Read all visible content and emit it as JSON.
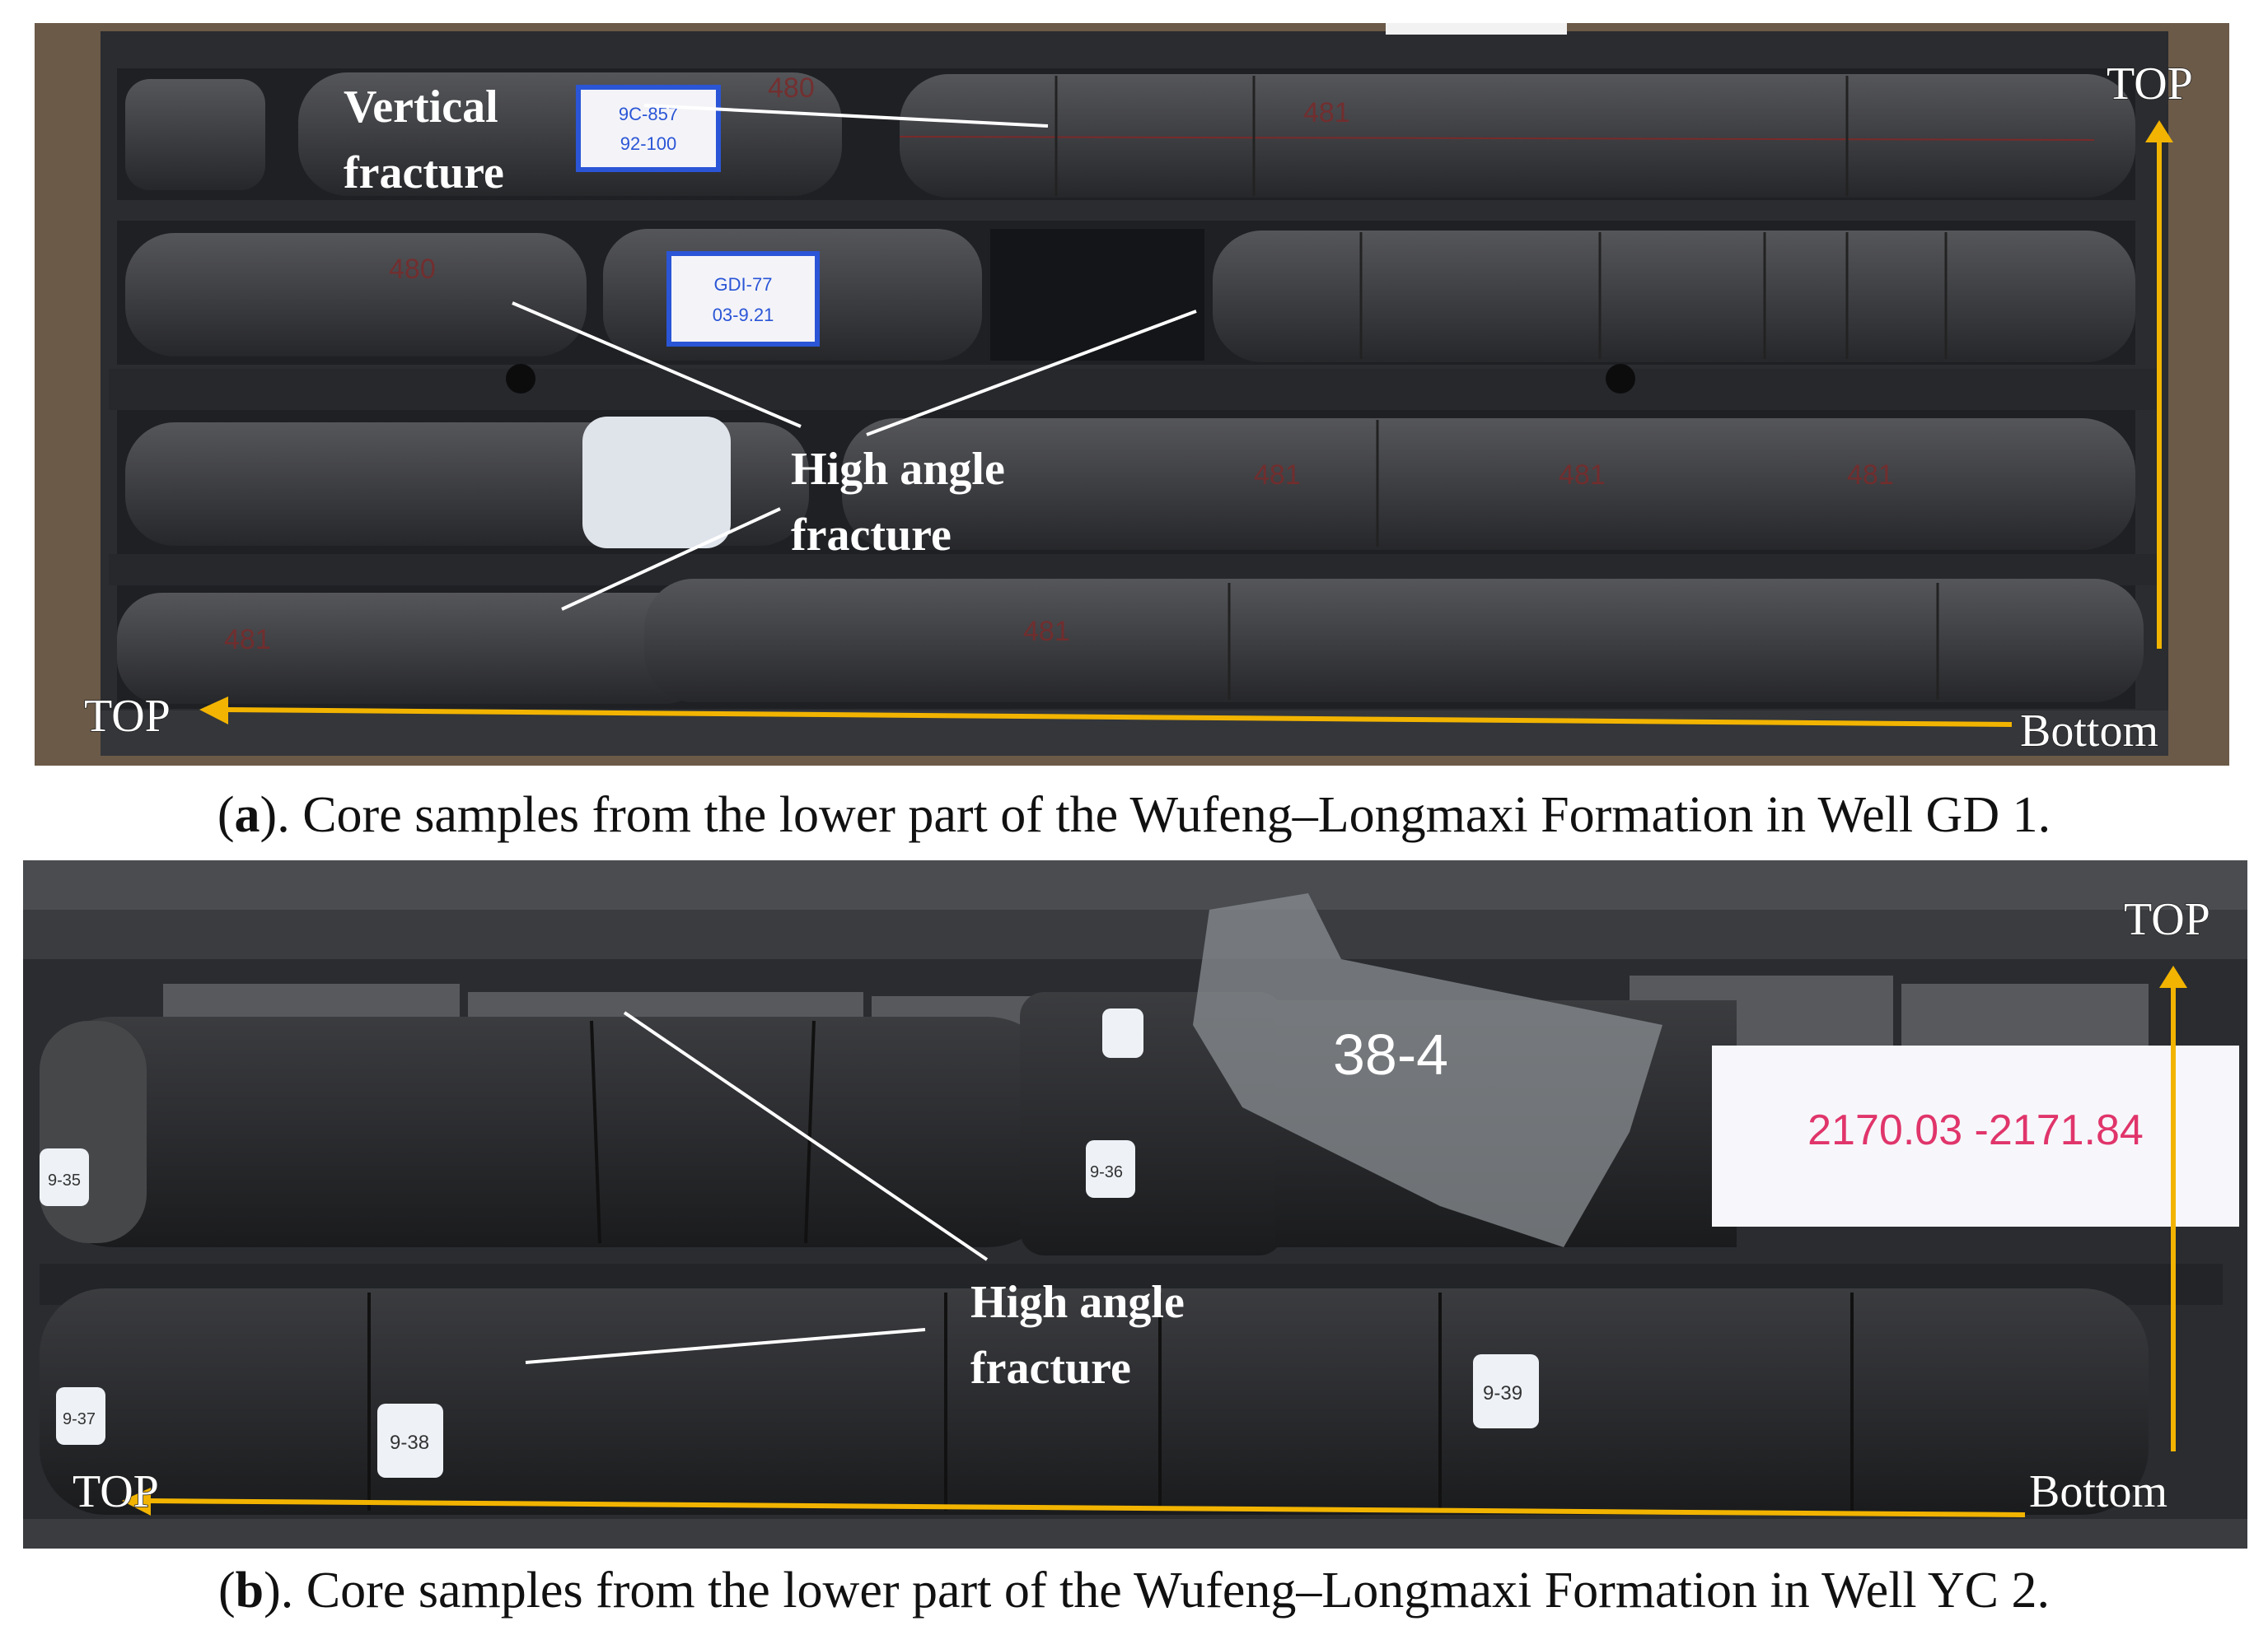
{
  "panel_a": {
    "caption_letter": "a",
    "caption_rest": "). Core samples from the lower part of the Wufeng–Longmaxi Formation in Well GD 1.",
    "caption_open": "(",
    "annotations": {
      "vertical_line1": "Vertical",
      "vertical_line2": "fracture",
      "high_line1": "High angle",
      "high_line2": "fracture"
    },
    "direction": {
      "top_right": "TOP",
      "top_left": "TOP",
      "bottom": "Bottom"
    },
    "sticker1": {
      "line1": "9C-857",
      "line2": "92-100"
    },
    "sticker2": {
      "line1": "GDI-77",
      "line2": "03-9.21"
    },
    "depth_marks": [
      "480",
      "480",
      "481",
      "481",
      "481",
      "481",
      "481",
      "481"
    ]
  },
  "panel_b": {
    "caption_letter": "b",
    "caption_rest": "). Core samples from the lower part of the Wufeng–Longmaxi Formation in Well YC 2.",
    "caption_open": "(",
    "annotations": {
      "high_line1": "High angle",
      "high_line2": "fracture"
    },
    "direction": {
      "top_right": "TOP",
      "top_left": "TOP",
      "bottom": "Bottom"
    },
    "card_label": "2170.03 -2171.84",
    "bag_label": "38-4",
    "tags": [
      "9-35",
      "9-36",
      "9-37",
      "9-38",
      "9-39"
    ]
  },
  "colors": {
    "arrow": "#f2b400",
    "core": "#3a3a3c",
    "tray": "#2a2c30",
    "ground": "#6b5a48",
    "card_text": "#e0356b"
  }
}
